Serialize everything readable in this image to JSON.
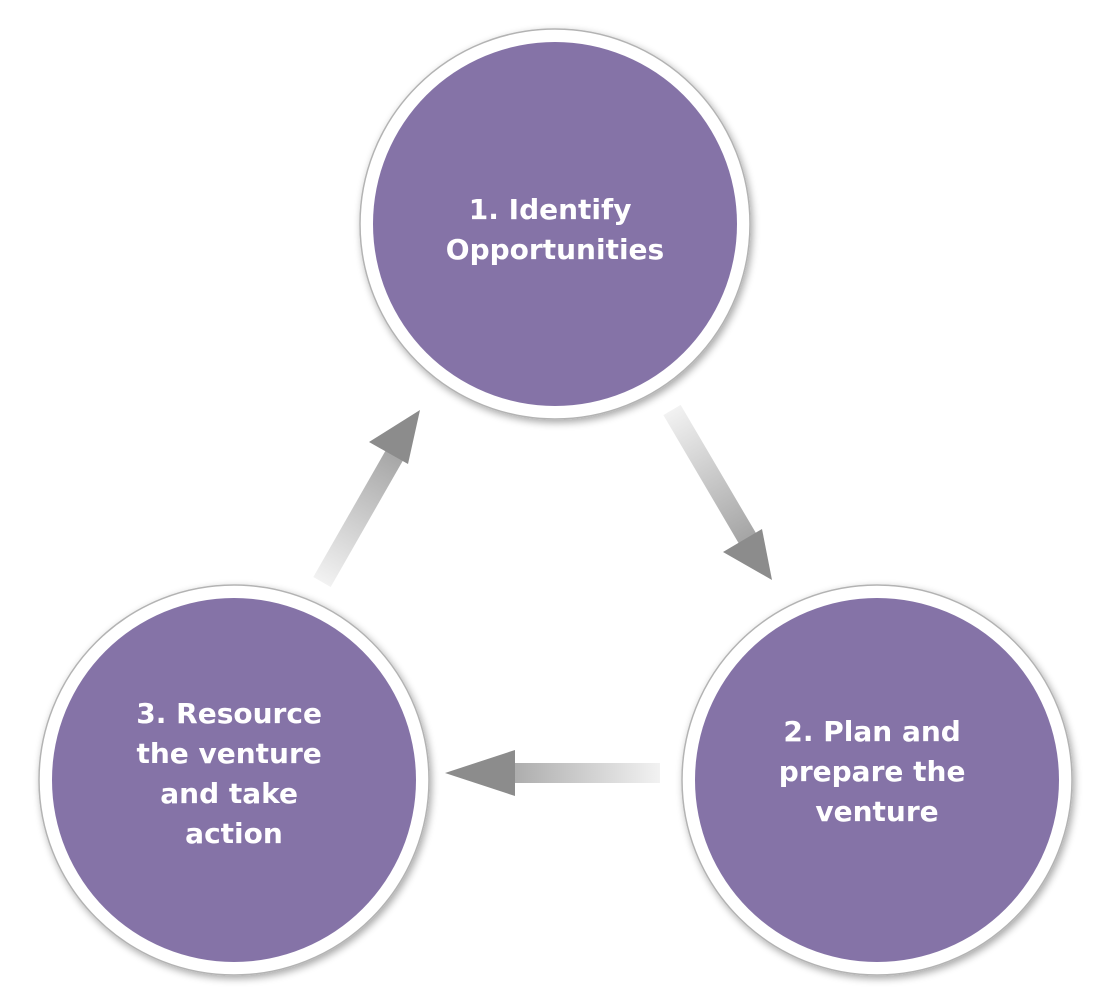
{
  "diagram": {
    "type": "cycle",
    "colors": {
      "node_fill": "#8573a7",
      "node_ring": "#ffffff",
      "node_outline": "#b3b3b3",
      "arrow_dark": "#8c8c8c",
      "arrow_light": "#f2f2f2",
      "label": "#ffffff"
    },
    "nodes": [
      {
        "id": "identify",
        "lines": [
          "1. Identify",
          "Opportunities"
        ]
      },
      {
        "id": "plan",
        "lines": [
          "2. Plan and",
          "prepare the",
          "venture"
        ]
      },
      {
        "id": "resource",
        "lines": [
          "3. Resource",
          "the venture",
          "and take",
          "action"
        ]
      }
    ],
    "edges": [
      {
        "from": "identify",
        "to": "plan"
      },
      {
        "from": "plan",
        "to": "resource"
      },
      {
        "from": "resource",
        "to": "identify"
      }
    ]
  }
}
